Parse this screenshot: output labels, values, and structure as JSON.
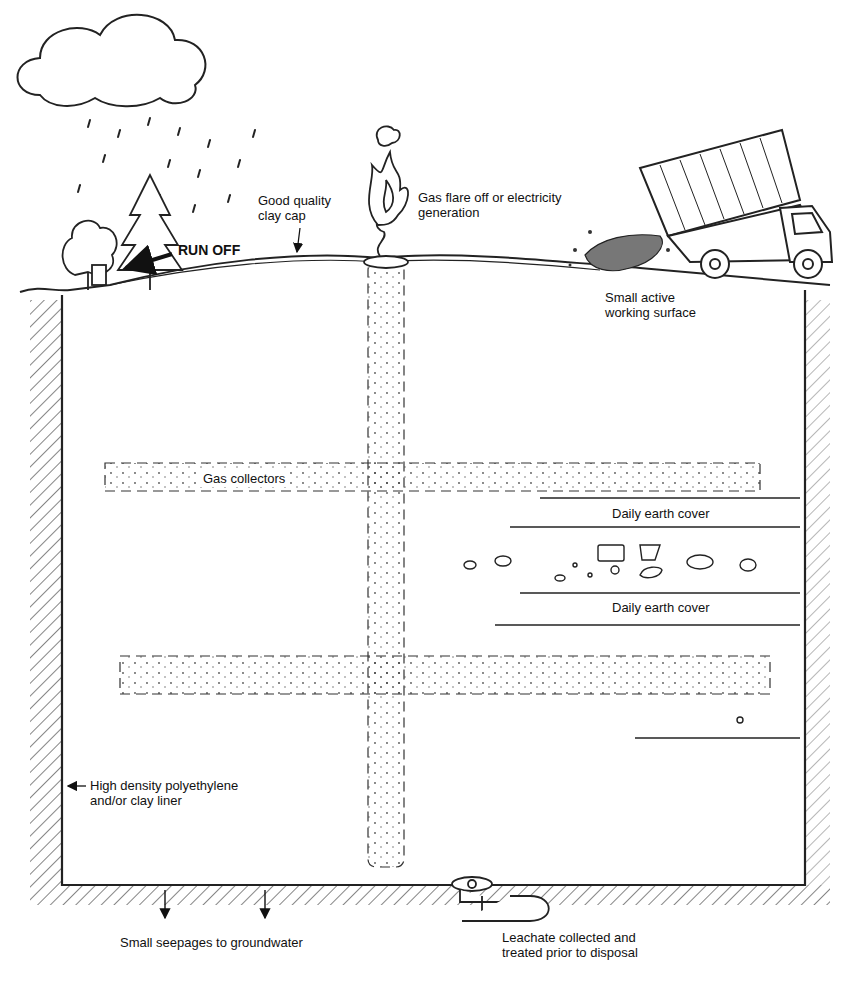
{
  "diagram": {
    "labels": [
      "Good quality clay cap",
      "Gas flare off or electricity generation",
      "RUN OFF",
      "Small active working surface",
      "Gas collectors",
      "Daily earth cover",
      "Daily earth cover",
      "High density polyethylene and/or clay liner",
      "Small seepages to groundwater",
      "Leachate collected and treated prior to disposal"
    ]
  }
}
